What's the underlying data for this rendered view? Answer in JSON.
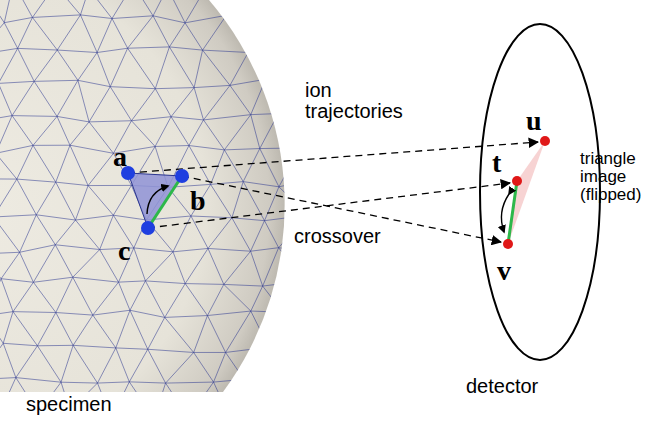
{
  "diagram": {
    "labels": [
      "a",
      "b",
      "c",
      "ion trajectories",
      "t",
      "u",
      "v",
      "triangle image (flipped)",
      "crossover",
      "detector",
      "specimen"
    ]
  }
}
